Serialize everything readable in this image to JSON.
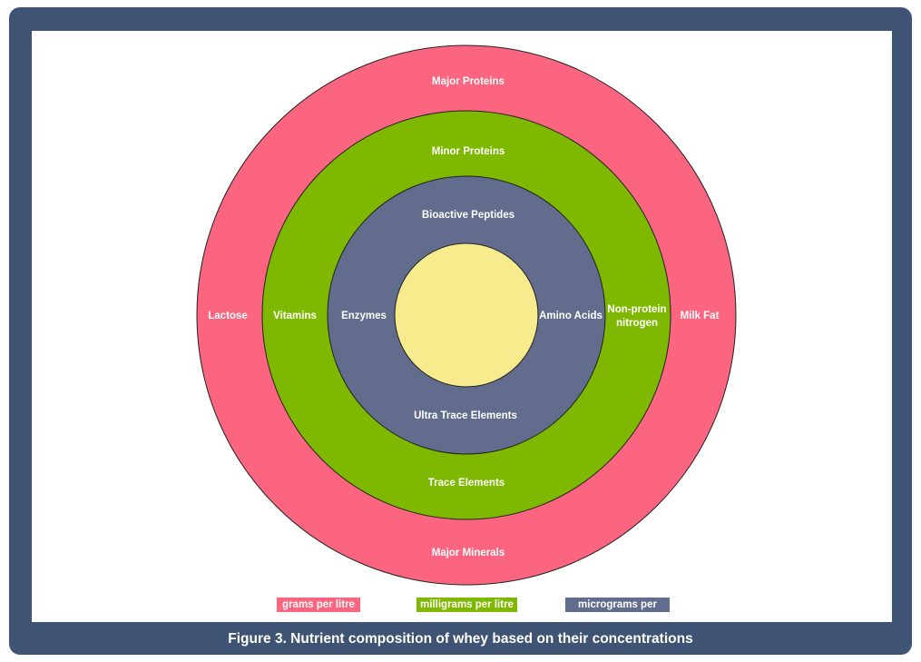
{
  "colors": {
    "frame": "#3f5374",
    "grams": "#fb6580",
    "milligrams": "#7fb800",
    "micrograms": "#626c8c",
    "core": "#f8eb8e"
  },
  "rings": {
    "outer": {
      "top": "Major Proteins",
      "bottom": "Major Minerals",
      "left": "Lactose",
      "right": "Milk Fat"
    },
    "middle": {
      "top": "Minor Proteins",
      "bottom": "Trace Elements",
      "left": "Vitamins",
      "right_line1": "Non-protein",
      "right_line2": "nitrogen"
    },
    "inner": {
      "top": "Bioactive Peptides",
      "bottom": "Ultra Trace Elements",
      "left": "Enzymes",
      "right": "Amino Acids"
    }
  },
  "legend": [
    {
      "label": "grams per litre",
      "color": "#fb6580"
    },
    {
      "label": "milligrams per litre",
      "color": "#7fb800"
    },
    {
      "label": "micrograms per litre",
      "color": "#626c8c"
    }
  ],
  "caption": "Figure 3.  Nutrient composition of whey based on their concentrations"
}
